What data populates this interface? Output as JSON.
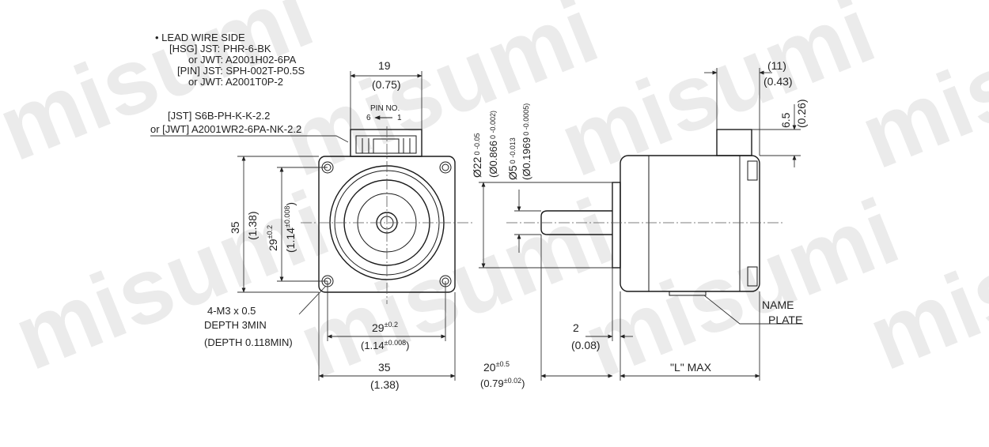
{
  "watermark": "misumi",
  "lead_wire_side": {
    "title": "• LEAD WIRE SIDE",
    "hsg": "[HSG] JST: PHR-6-BK",
    "hsg_alt": "or JWT: A2001H02-6PA",
    "pin": "[PIN] JST: SPH-002T-P0.5S",
    "pin_alt": "or JWT: A2001T0P-2"
  },
  "connector": {
    "jst": "[JST] S6B-PH-K-K-2.2",
    "jwt": "or [JWT] A2001WR2-6PA-NK-2.2",
    "pin_no": "PIN NO.",
    "pin_6": "6",
    "pin_1": "1"
  },
  "front_view": {
    "connector_width_mm": "19",
    "connector_width_in": "(0.75)",
    "height_mm": "35",
    "height_in": "(1.38)",
    "hole_pitch_v_mm": "29",
    "hole_pitch_v_mm_tol": "±0.2",
    "hole_pitch_v_in": "(1.14",
    "hole_pitch_v_in_tol": "±0.008",
    "hole_pitch_v_in_close": ")",
    "holes_1": "4-M3 x 0.5",
    "holes_2": "DEPTH 3MIN",
    "holes_3": "(DEPTH 0.118MIN)",
    "hole_pitch_h_mm": "29",
    "hole_pitch_h_mm_tol": "±0.2",
    "hole_pitch_h_in": "(1.14",
    "hole_pitch_h_in_tol": "±0.008",
    "hole_pitch_h_in_close": ")",
    "width_mm": "35",
    "width_in": "(1.38)"
  },
  "side_view": {
    "pilot_mm": "Ø22",
    "pilot_mm_tol": "0 -0.05",
    "pilot_in": "(Ø0.866",
    "pilot_in_tol": "0 -0.002)",
    "shaft_mm": "Ø5",
    "shaft_mm_tol": "0 -0.013",
    "shaft_in": "(Ø0.1969",
    "shaft_in_tol": "0 -0.0005)",
    "offset_mm": "(11)",
    "offset_in": "(0.43)",
    "conn_h_mm": "6.5",
    "conn_h_in": "(0.26)",
    "pilot_len_mm": "2",
    "pilot_len_in": "(0.08)",
    "shaft_len_mm": "20",
    "shaft_len_mm_tol": "±0.5",
    "shaft_len_in": "(0.79",
    "shaft_len_in_tol": "±0.02",
    "shaft_len_in_close": ")",
    "length": "\"L\" MAX",
    "name_plate_1": "NAME",
    "name_plate_2": "PLATE"
  }
}
